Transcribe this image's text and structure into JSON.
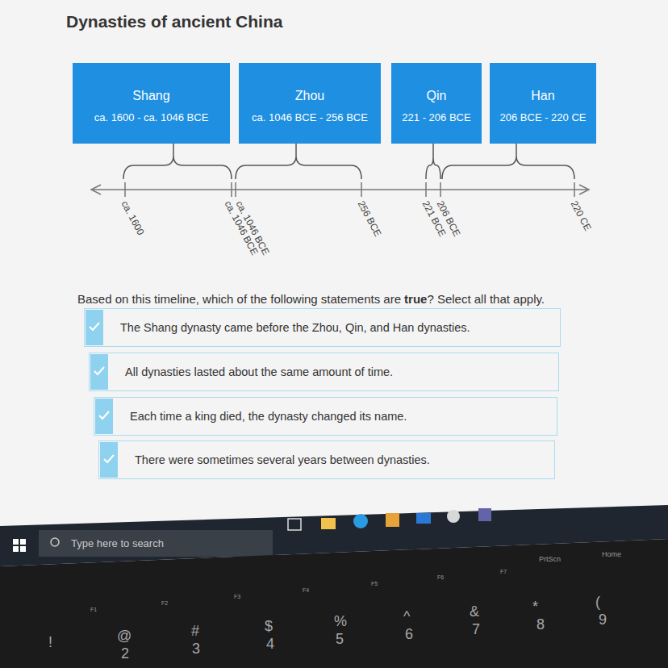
{
  "diagram": {
    "title": "Dynasties of ancient China",
    "nodes": [
      {
        "text": [
          "Shang",
          "ca. 1600 - ca. 1046 BCE"
        ]
      },
      {
        "text": [
          "Zhou",
          "ca. 1046 BCE - 256 BCE"
        ]
      },
      {
        "text": [
          "Qin",
          "221 - 206 BCE"
        ]
      },
      {
        "text": [
          "Han",
          "206 BCE - 220 CE"
        ]
      },
      {
        "text": [
          "The Shang dynasty came before the Zhou, Qin, and Han dynasties."
        ]
      },
      {
        "text": [
          "All dynasties lasted about the same amount of time."
        ]
      },
      {
        "text": [
          "Each time a king died, the dynasty changed its name."
        ]
      },
      {
        "text": [
          "There were sometimes several years between dynasties."
        ]
      }
    ],
    "labels": [
      "ca. 1600",
      "ca. 1046 BCE",
      "ca. 1046 BCE",
      "256 BCE",
      "221 BCE",
      "206 BCE",
      "220 CE",
      "Based on this timeline, which of the following statements are",
      "true",
      "? Select all that apply.",
      "Type here to search",
      "PrtScn",
      "Home",
      "F1",
      "F2",
      "F3",
      "F4",
      "F5",
      "F6",
      "F7",
      "!",
      "@",
      "2",
      "#",
      "3",
      "$",
      "4",
      "%",
      "5",
      "^",
      "6",
      "&",
      "7",
      "*",
      "8",
      "(",
      "9"
    ]
  }
}
